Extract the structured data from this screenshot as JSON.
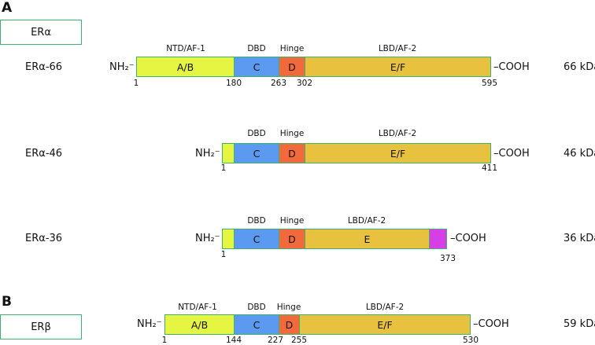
{
  "panel_a": {
    "label": "A",
    "box": "ERα",
    "rows": [
      {
        "name": "ERα-66",
        "nterm": "NH₂⁻",
        "cterm": "–COOH",
        "kda": "66 kDa",
        "domains": [
          "NTD/AF-1",
          "DBD",
          "Hinge",
          "LBD/AF-2"
        ],
        "segments": [
          "A/B",
          "C",
          "D",
          "E/F"
        ],
        "numbers": [
          "1",
          "180",
          "263",
          "302",
          "595"
        ]
      },
      {
        "name": "ERα-46",
        "nterm": "NH₂⁻",
        "cterm": "–COOH",
        "kda": "46 kDa",
        "domains": [
          "DBD",
          "Hinge",
          "LBD/AF-2"
        ],
        "segments": [
          "C",
          "D",
          "E/F"
        ],
        "numbers": [
          "1",
          "411"
        ]
      },
      {
        "name": "ERα-36",
        "nterm": "NH₂⁻",
        "cterm": "–COOH",
        "kda": "36 kDa",
        "domains": [
          "DBD",
          "Hinge",
          "LBD/AF-2"
        ],
        "segments": [
          "C",
          "D",
          "E"
        ],
        "numbers": [
          "1",
          "373"
        ]
      }
    ]
  },
  "panel_b": {
    "label": "B",
    "box": "ERβ",
    "row": {
      "nterm": "NH₂⁻",
      "cterm": "–COOH",
      "kda": "59 kDa",
      "domains": [
        "NTD/AF-1",
        "DBD",
        "Hinge",
        "LBD/AF-2"
      ],
      "segments": [
        "A/B",
        "C",
        "D",
        "E/F"
      ],
      "numbers": [
        "1",
        "144",
        "227",
        "255",
        "530"
      ]
    }
  },
  "colors": {
    "ab": "#e6f542",
    "c": "#5b9af0",
    "d": "#f26a3c",
    "ef": "#e8c23e",
    "f36": "#d83ee8",
    "border": "#3cb371"
  }
}
